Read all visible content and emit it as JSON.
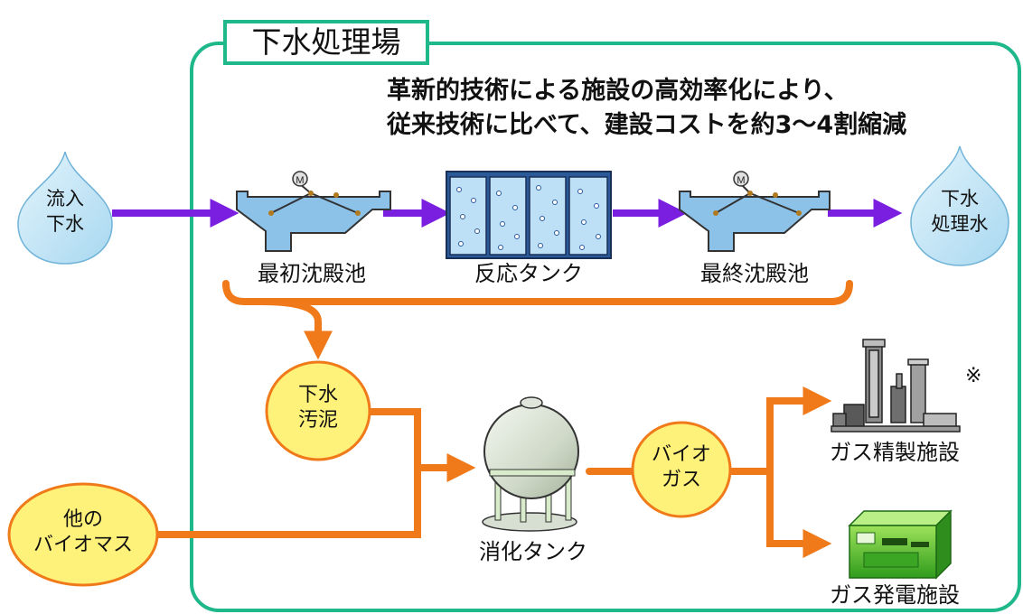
{
  "plant_title": "下水処理場",
  "headline": {
    "line1": "革新的技術による施設の高効率化により、",
    "line2": "従来技術に比べて、建設コストを約3～4割縮減"
  },
  "inflow": {
    "line1": "流入",
    "line2": "下水"
  },
  "outflow": {
    "line1": "下水",
    "line2": "処理水"
  },
  "labels": {
    "primary_tank": "最初沈殿池",
    "reaction_tank": "反応タンク",
    "final_tank": "最終沈殿池",
    "digestion_tank": "消化タンク",
    "gas_refining": "ガス精製施設",
    "gas_power": "ガス発電施設"
  },
  "sludge": {
    "line1": "下水",
    "line2": "汚泥"
  },
  "other_biomass": {
    "line1": "他の",
    "line2": "バイオマス"
  },
  "biogas": {
    "line1": "バイオ",
    "line2": "ガス"
  },
  "motor_symbol": "M",
  "note_mark": "※",
  "colors": {
    "water_arrow": "#7a1fe0",
    "sludge_arrow": "#f07a1a",
    "frame": "#1fb88a",
    "droplet": "#bfe4f6",
    "sludge_bubble": "#fff27a"
  }
}
